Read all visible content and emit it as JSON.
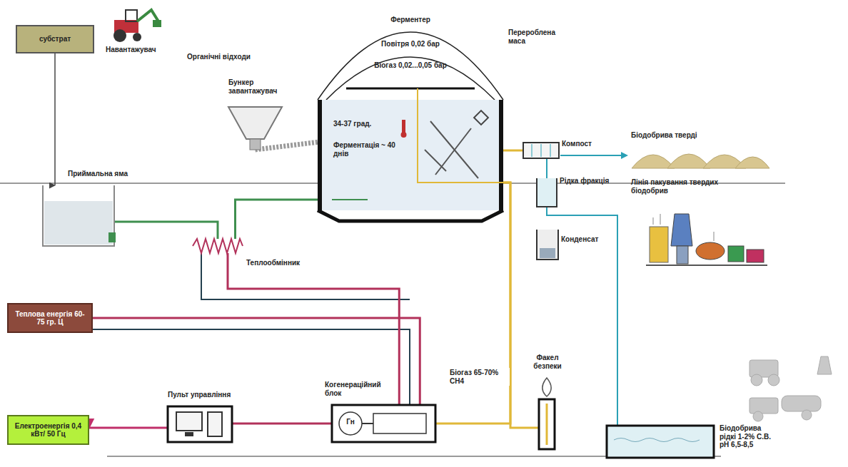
{
  "diagram": {
    "nodes": [
      {
        "text": [
          "субстрат"
        ]
      },
      {
        "text": [
          "Приймальна яма"
        ]
      },
      {
        "text": [
          "Бункер завантажувач"
        ]
      },
      {
        "text": [
          "Ферментер",
          "Повітря 0,02 бар",
          "Біогаз 0,02...0,05 бар",
          "34-37 град.",
          "Ферментація ~ 40 днів"
        ]
      },
      {
        "text": [
          "Теплообмінник"
        ]
      },
      {
        "text": [
          "Теплова енергія 60-75 гр. Ц"
        ]
      },
      {
        "text": [
          "Електроенергія 0,4 кВт/ 50 Гц"
        ]
      },
      {
        "text": [
          "Пульт управління"
        ]
      },
      {
        "text": [
          "Когенераційний блок",
          "Гн"
        ]
      },
      {
        "text": [
          "Факел безпеки"
        ]
      },
      {
        "text": [
          "Компост"
        ]
      },
      {
        "text": [
          "Рідка фракція"
        ]
      },
      {
        "text": [
          "Конденсат"
        ]
      },
      {
        "text": [
          "Біодобрива рідкі 1-2% С.В. pH 6,5-8,5"
        ]
      }
    ],
    "edges": [
      {
        "from": 0,
        "to": 1,
        "arrow": "to"
      },
      {
        "from": 2,
        "to": 3,
        "arrow": "none"
      },
      {
        "from": 1,
        "to": 4,
        "arrow": "none"
      },
      {
        "from": 4,
        "to": 3,
        "arrow": "none"
      },
      {
        "from": 3,
        "to": 10,
        "arrow": "none"
      },
      {
        "from": 10,
        "to": 11,
        "arrow": "none"
      },
      {
        "from": 11,
        "to": 13,
        "arrow": "none"
      },
      {
        "from": 3,
        "to": 8,
        "label": "Біогаз 65-70% CH4",
        "arrow": "none"
      },
      {
        "from": 3,
        "to": 9,
        "arrow": "none"
      },
      {
        "from": 8,
        "to": 5,
        "arrow": "none"
      },
      {
        "from": 8,
        "to": 4,
        "arrow": "none"
      },
      {
        "from": 8,
        "to": 7,
        "arrow": "none"
      },
      {
        "from": 7,
        "to": 6,
        "arrow": "to"
      }
    ],
    "labels": [
      "Навантажувач",
      "Органічні відходи",
      "Перероблена маса",
      "Біодобрива тверді",
      "Лінія пакування твердих біодобрив"
    ]
  }
}
